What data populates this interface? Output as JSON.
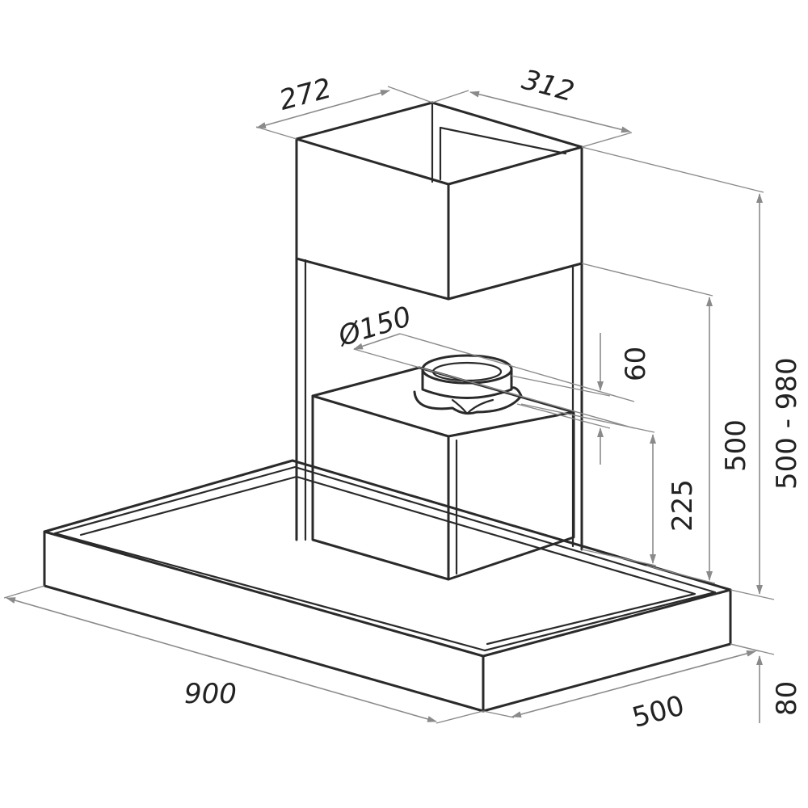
{
  "dimensions": {
    "chimney_width": "272",
    "chimney_depth": "312",
    "duct_diameter": "Ø150",
    "collar_height": "60",
    "collar_offset": "225",
    "chimney_lower": "500",
    "overall_height": "500 - 980",
    "canopy_width": "900",
    "canopy_depth": "500",
    "canopy_thickness": "80"
  },
  "colors": {
    "outline": "#2a2a2a",
    "dimension": "#8a8a8a",
    "text": "#222222"
  }
}
